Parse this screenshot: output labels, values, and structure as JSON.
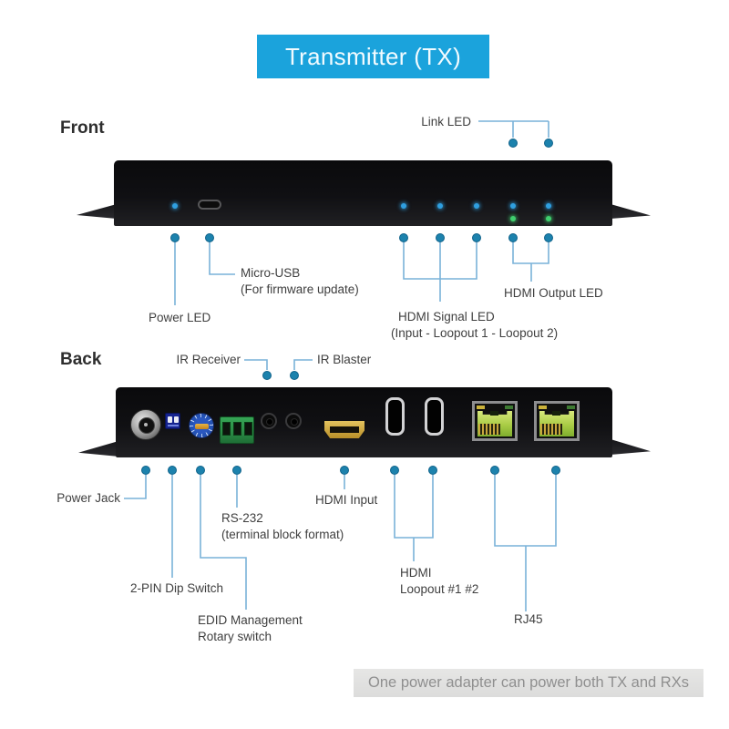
{
  "title": "Transmitter (TX)",
  "front": {
    "heading": "Front",
    "link_led": "Link LED",
    "micro_usb": "Micro-USB",
    "micro_usb_sub": "(For firmware update)",
    "power_led": "Power LED",
    "hdmi_signal_led": "HDMI Signal LED",
    "hdmi_signal_led_sub": "(Input - Loopout 1 - Loopout 2)",
    "hdmi_output_led": "HDMI Output LED"
  },
  "back": {
    "heading": "Back",
    "ir_receiver": "IR Receiver",
    "ir_blaster": "IR Blaster",
    "power_jack": "Power Jack",
    "dip_switch": "2-PIN Dip Switch",
    "edid_line1": "EDID Management",
    "edid_line2": "Rotary switch",
    "rs232": "RS-232",
    "rs232_sub": "(terminal block format)",
    "hdmi_input": "HDMI Input",
    "hdmi_loopout_line1": "HDMI",
    "hdmi_loopout_line2": "Loopout #1 #2",
    "rj45": "RJ45"
  },
  "footer": {
    "note": "One power adapter can power both TX and RXs"
  },
  "colors": {
    "banner_bg": "#1ba3dc",
    "banner_text": "#ffffff",
    "callout_line": "#79b2d9",
    "callout_dot": "#1c82ad",
    "led_blue": "#2f9fe0",
    "led_green": "#3fcf6e",
    "device_black": "#101013",
    "footer_bg": "#e1e1e0",
    "footer_text": "#8f8f8f"
  }
}
